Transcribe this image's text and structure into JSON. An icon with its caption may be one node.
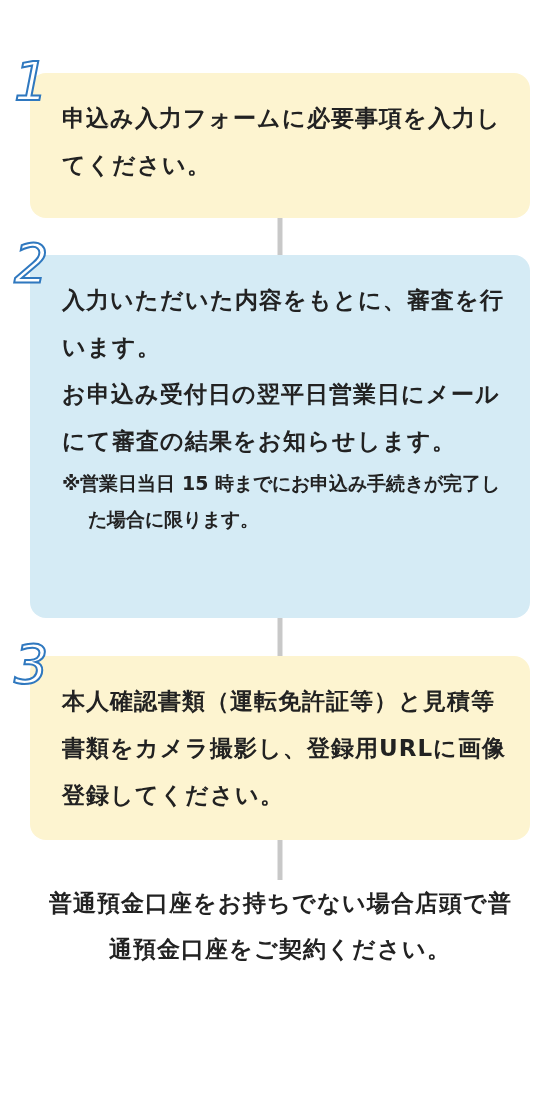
{
  "diagram": {
    "nodes": [
      {
        "text": [
          "1",
          "申込み入力フォームに必要事項を入力してください。"
        ]
      },
      {
        "text": [
          "2",
          "入力いただいた内容をもとに、審査を行います。",
          "お申込み受付日の翌平日営業日にメールにて審査の結果をお知らせします。",
          "※営業日当日 15 時までにお申込み手続きが完了した場合に限ります。"
        ]
      },
      {
        "text": [
          "3",
          "本人確認書類（運転免許証等）と見積等書類をカメラ撮影し、登録用URLに画像登録してください。"
        ]
      },
      {
        "text": [
          "普通預金口座をお持ちでない場合店頭で普通預金口座をご契約ください。"
        ]
      }
    ],
    "edges": [
      {
        "from": 0,
        "to": 1,
        "arrow": "none"
      },
      {
        "from": 1,
        "to": 2,
        "arrow": "none"
      },
      {
        "from": 2,
        "to": 3,
        "arrow": "none"
      }
    ]
  }
}
